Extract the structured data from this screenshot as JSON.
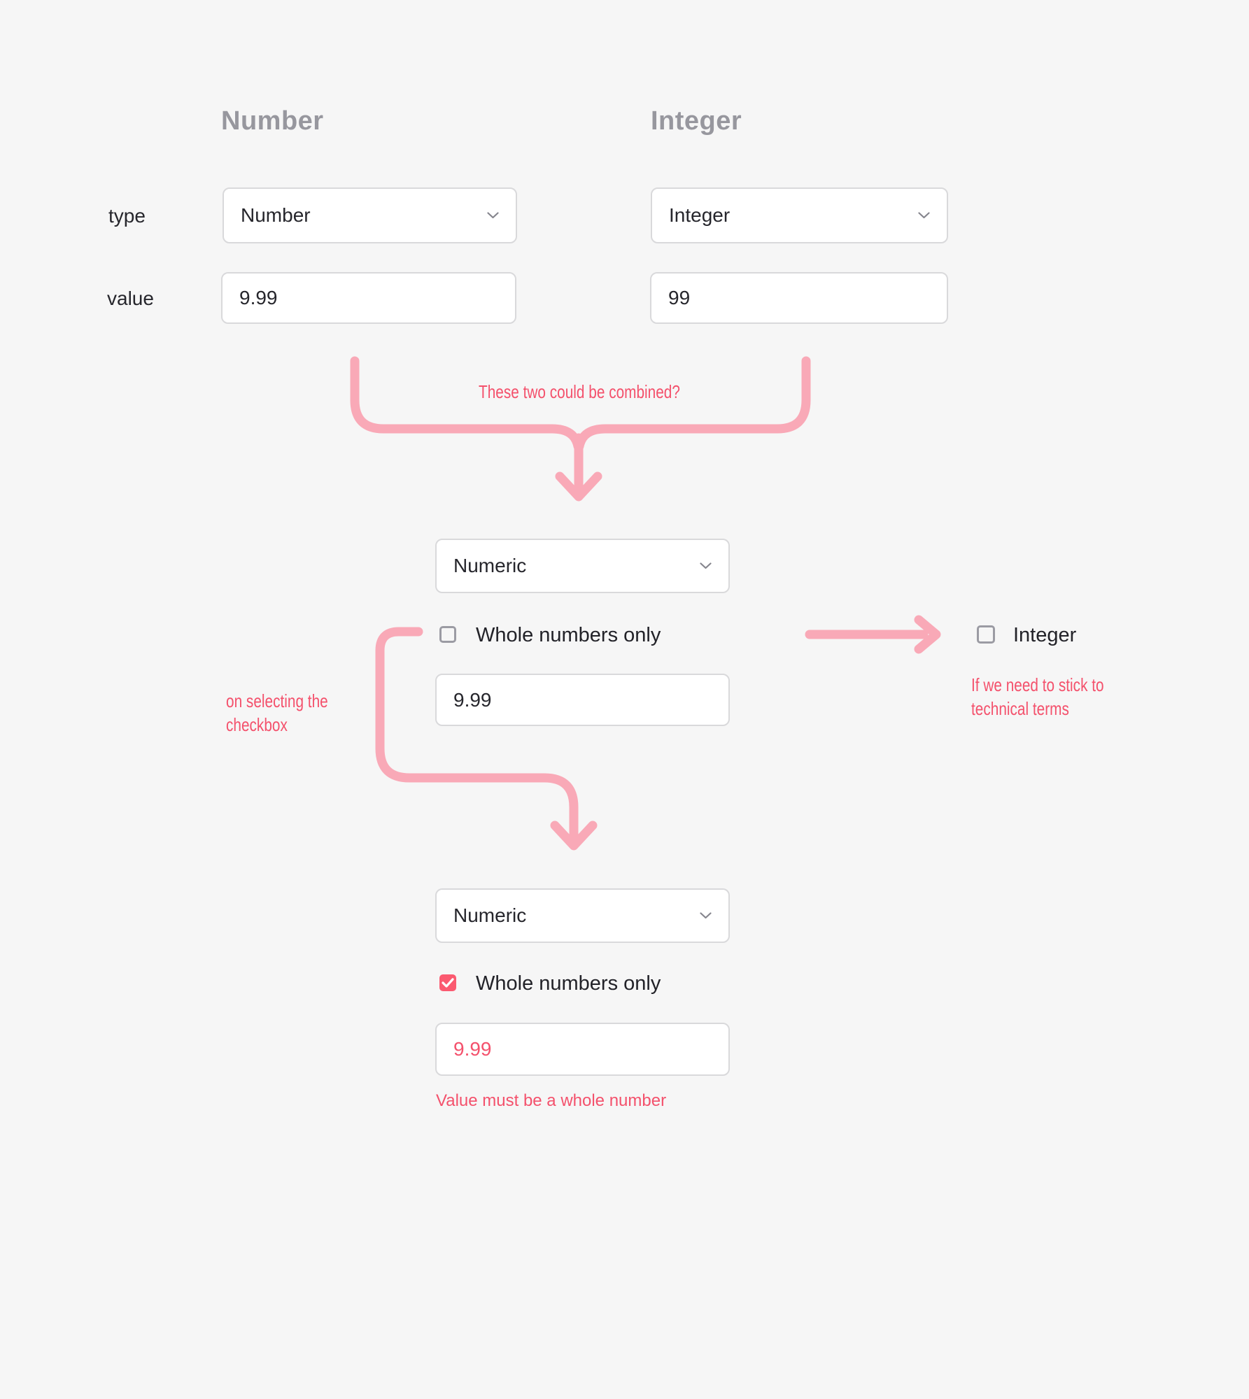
{
  "colors": {
    "background": "#f6f6f6",
    "control_border": "#d9d9db",
    "control_background": "#ffffff",
    "control_text": "#26262c",
    "heading_text": "#97979e",
    "arrow_pink": "#f9a9b7",
    "annotation_pink": "#f4516c",
    "checkbox_checked_bg": "#fb5a70",
    "checkbox_border": "#9b9ba3",
    "invalid_value_text": "#f4516c"
  },
  "icons": {
    "dropdown_chevron": "chevron-down",
    "checkbox_check": "check"
  },
  "top": {
    "row_labels": {
      "type": "type",
      "value": "value"
    },
    "columns": [
      {
        "heading": "Number",
        "type_value": "Number",
        "value_value": "9.99"
      },
      {
        "heading": "Integer",
        "type_value": "Integer",
        "value_value": "99"
      }
    ]
  },
  "annotations": {
    "combined": "These two could be combined?",
    "on_select_line1": "on selecting the",
    "on_select_line2": "checkbox",
    "technical_line1": "If we need to stick to",
    "technical_line2": "technical terms"
  },
  "merged_state": {
    "dropdown_value": "Numeric",
    "checkbox_label": "Whole numbers only",
    "checkbox_checked": false,
    "input_value": "9.99",
    "alt_checkbox_label": "Integer",
    "alt_checkbox_checked": false
  },
  "error_state": {
    "dropdown_value": "Numeric",
    "checkbox_label": "Whole numbers only",
    "checkbox_checked": true,
    "input_value": "9.99",
    "error_message": "Value must be a whole number"
  }
}
